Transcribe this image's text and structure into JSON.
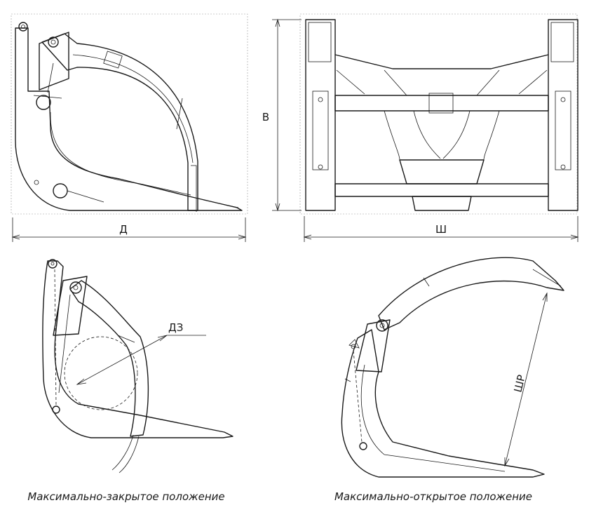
{
  "labels": {
    "length": "Д",
    "height": "В",
    "width": "Ш",
    "jaw_diameter": "ДЗ",
    "jaw_opening": "ШР"
  },
  "captions": {
    "closed": "Максимально-закрытое положение",
    "open": "Максимально-открытое положение"
  },
  "colors": {
    "ink": "#1a1a1a",
    "background": "#ffffff"
  }
}
